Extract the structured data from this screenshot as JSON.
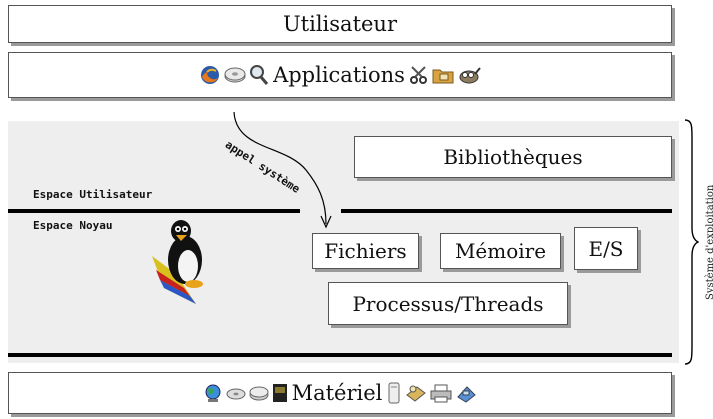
{
  "layers": {
    "user": "Utilisateur",
    "applications": "Applications",
    "hardware": "Matériel"
  },
  "os": {
    "label": "Système d'exploitation",
    "user_space": "Espace Utilisateur",
    "kernel_space": "Espace Noyau",
    "syscall": "appel système",
    "libraries": "Bibliothèques",
    "kernel_modules": [
      "Fichiers",
      "Mémoire",
      "E/S"
    ],
    "processes": "Processus/Threads"
  },
  "icons": {
    "applications_left": [
      "firefox-icon",
      "cd-icon",
      "search-icon"
    ],
    "applications_right": [
      "scissors-icon",
      "folder-icon",
      "gimp-icon"
    ],
    "hardware_left": [
      "globe-icon",
      "disk-icon",
      "cd-icon",
      "chip-icon"
    ],
    "hardware_right": [
      "tower-icon",
      "keyboard-icon",
      "printer-icon",
      "network-icon"
    ],
    "mascot": "tux-icon"
  }
}
